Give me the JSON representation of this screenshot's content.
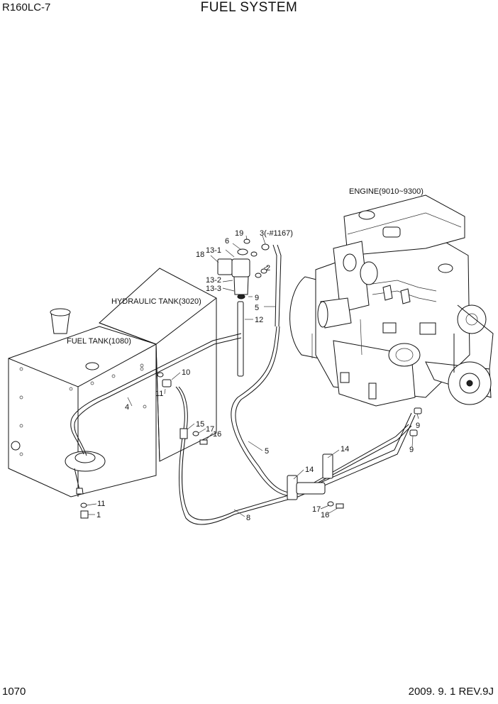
{
  "header": {
    "model": "R160LC-7",
    "title": "FUEL SYSTEM"
  },
  "footer": {
    "page_number": "1070",
    "revision": "2009. 9. 1  REV.9J"
  },
  "components": {
    "engine": "ENGINE(9010~9300)",
    "hydraulic_tank": "HYDRAULIC TANK(3020)",
    "fuel_tank": "FUEL TANK(1080)"
  },
  "callouts": {
    "c19": "19",
    "c3": "3(-#1167)",
    "c6": "6",
    "c13_1": "13-1",
    "c18": "18",
    "c2": "2",
    "c13_2": "13-2",
    "c13_3": "13-3",
    "c9a": "9",
    "c5a": "5",
    "c12": "12",
    "c10": "10",
    "c11a": "11",
    "c4": "4",
    "c15": "15",
    "c17a": "17",
    "c16a": "16",
    "c9b": "9",
    "c9c": "9",
    "c5b": "5",
    "c14a": "14",
    "c14b": "14",
    "c11b": "11",
    "c1": "1",
    "c17b": "17",
    "c16b": "16",
    "c8": "8"
  }
}
